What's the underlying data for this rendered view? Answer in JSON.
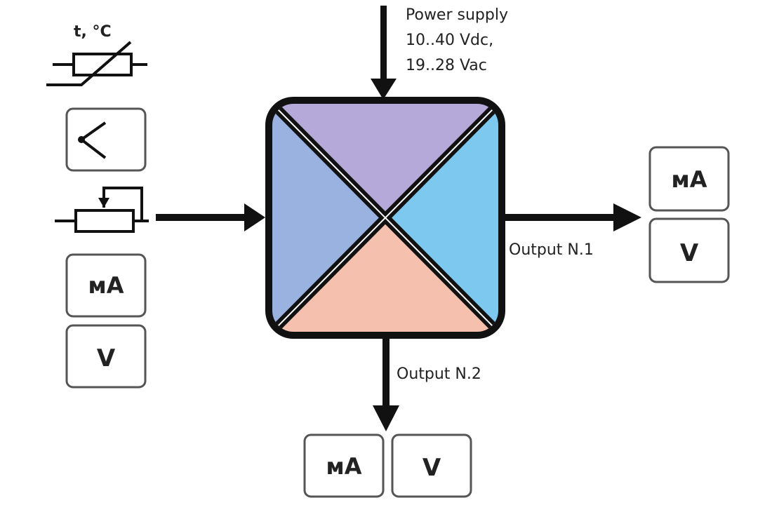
{
  "power": {
    "line1": "Power supply",
    "line2": "10..40 Vdc,",
    "line3": "19..28 Vac"
  },
  "sensors": {
    "thermistor_label": "t, °C"
  },
  "inputs": {
    "ma": "мA",
    "v": "V"
  },
  "output1": {
    "label": "Output N.1",
    "ma": "мA",
    "v": "V"
  },
  "output2": {
    "label": "Output N.2",
    "ma": "мA",
    "v": "V"
  },
  "colors": {
    "top": "#b4a9d8",
    "left": "#99b2e0",
    "right": "#7cc8ee",
    "bottom": "#f5c0ae",
    "frame": "#111111",
    "box_border": "#555555"
  }
}
